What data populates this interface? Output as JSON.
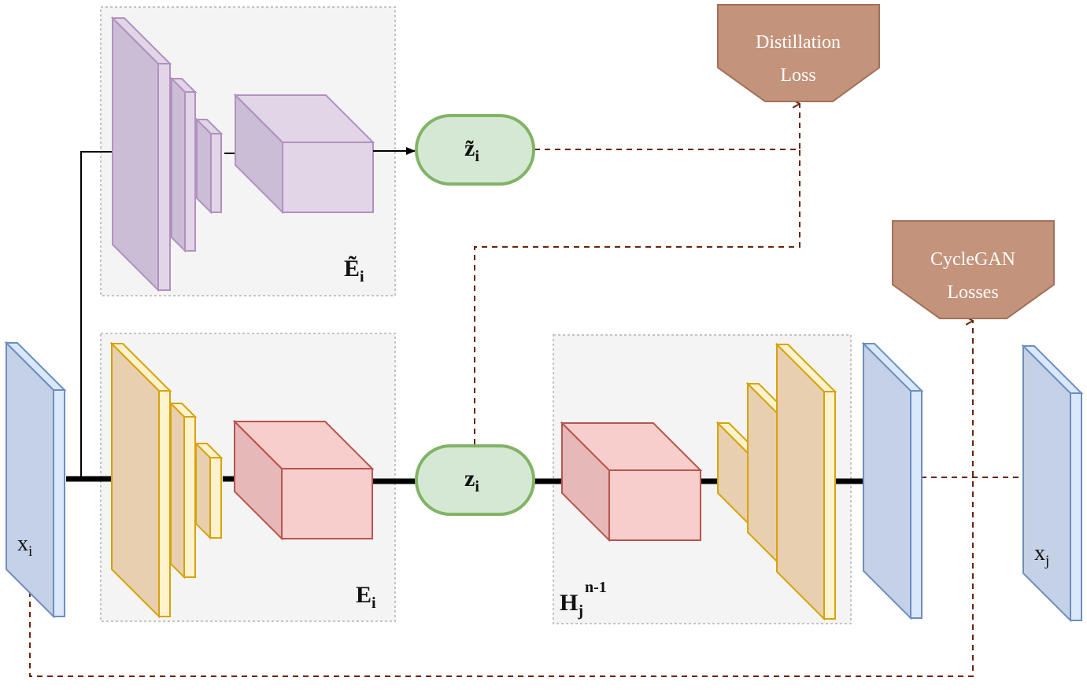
{
  "colors": {
    "student": "#b191bf",
    "student_fill": "#e1d5e7",
    "encoder": "#d6a30a",
    "encoder_fill": "#e8cfb0",
    "latent_block": "#b85450",
    "latent_block_fill": "#f8cecc",
    "latent_node": "#82b366",
    "latent_node_fill": "#d5e8d4",
    "image": "#6c8ebf",
    "image_fill": "#c5d1e6",
    "loss_fill": "#c4937b",
    "loss_stroke": "#a3705a",
    "dashed": "#6b2406",
    "group_fill": "#f4f4f4"
  },
  "labels": {
    "student_group": {
      "main": "Ẽ",
      "sub": "i"
    },
    "encoder_group": {
      "main": "E",
      "sub": "i"
    },
    "decoder_group": {
      "main": "H",
      "sub": "j",
      "sup": "n-1"
    },
    "z_tilde": {
      "main": "z̃",
      "sub": "i"
    },
    "z": {
      "main": "z",
      "sub": "i"
    },
    "input_image": {
      "main": "x",
      "sub": "i"
    },
    "target_image": {
      "main": "x",
      "sub": "j"
    }
  },
  "losses": {
    "distillation": {
      "line1": "Distillation",
      "line2": "Loss"
    },
    "cyclegan": {
      "line1": "CycleGAN",
      "line2": "Losses"
    }
  }
}
